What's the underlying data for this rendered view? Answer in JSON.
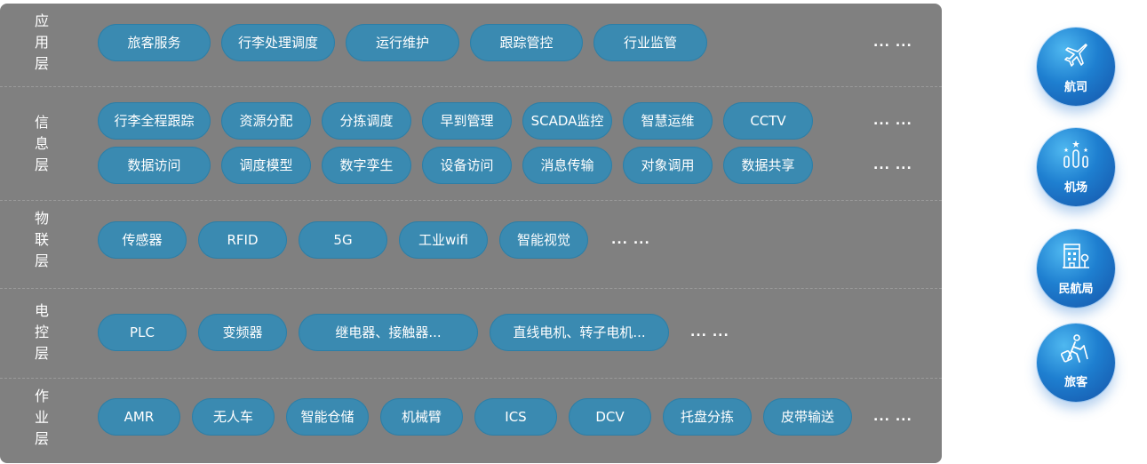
{
  "layers": [
    {
      "label": "应用层",
      "rows": [
        [
          "旅客服务",
          "行李处理调度",
          "运行维护",
          "跟踪管控",
          "行业监管"
        ]
      ]
    },
    {
      "label": "信息层",
      "rows": [
        [
          "行李全程跟踪",
          "资源分配",
          "分拣调度",
          "早到管理",
          "SCADA监控",
          "智慧运维",
          "CCTV"
        ],
        [
          "数据访问",
          "调度模型",
          "数字孪生",
          "设备访问",
          "消息传输",
          "对象调用",
          "数据共享"
        ]
      ]
    },
    {
      "label": "物联层",
      "rows": [
        [
          "传感器",
          "RFID",
          "5G",
          "工业wifi",
          "智能视觉"
        ]
      ]
    },
    {
      "label": "电控层",
      "rows": [
        [
          "PLC",
          "变频器",
          "继电器、接触器...",
          "直线电机、转子电机..."
        ]
      ]
    },
    {
      "label": "作业层",
      "rows": [
        [
          "AMR",
          "无人车",
          "智能仓储",
          "机械臂",
          "ICS",
          "DCV",
          "托盘分拣",
          "皮带输送"
        ]
      ]
    }
  ],
  "more_text": "... ...",
  "stakeholders": [
    {
      "label": "航司",
      "icon": "airplane-icon"
    },
    {
      "label": "机场",
      "icon": "airport-tower-icon"
    },
    {
      "label": "民航局",
      "icon": "building-icon"
    },
    {
      "label": "旅客",
      "icon": "traveler-icon"
    }
  ],
  "colors": {
    "panel": "#808080",
    "pill": "#3a8ab1",
    "circle": "#1e7fd0",
    "text": "#ffffff"
  }
}
